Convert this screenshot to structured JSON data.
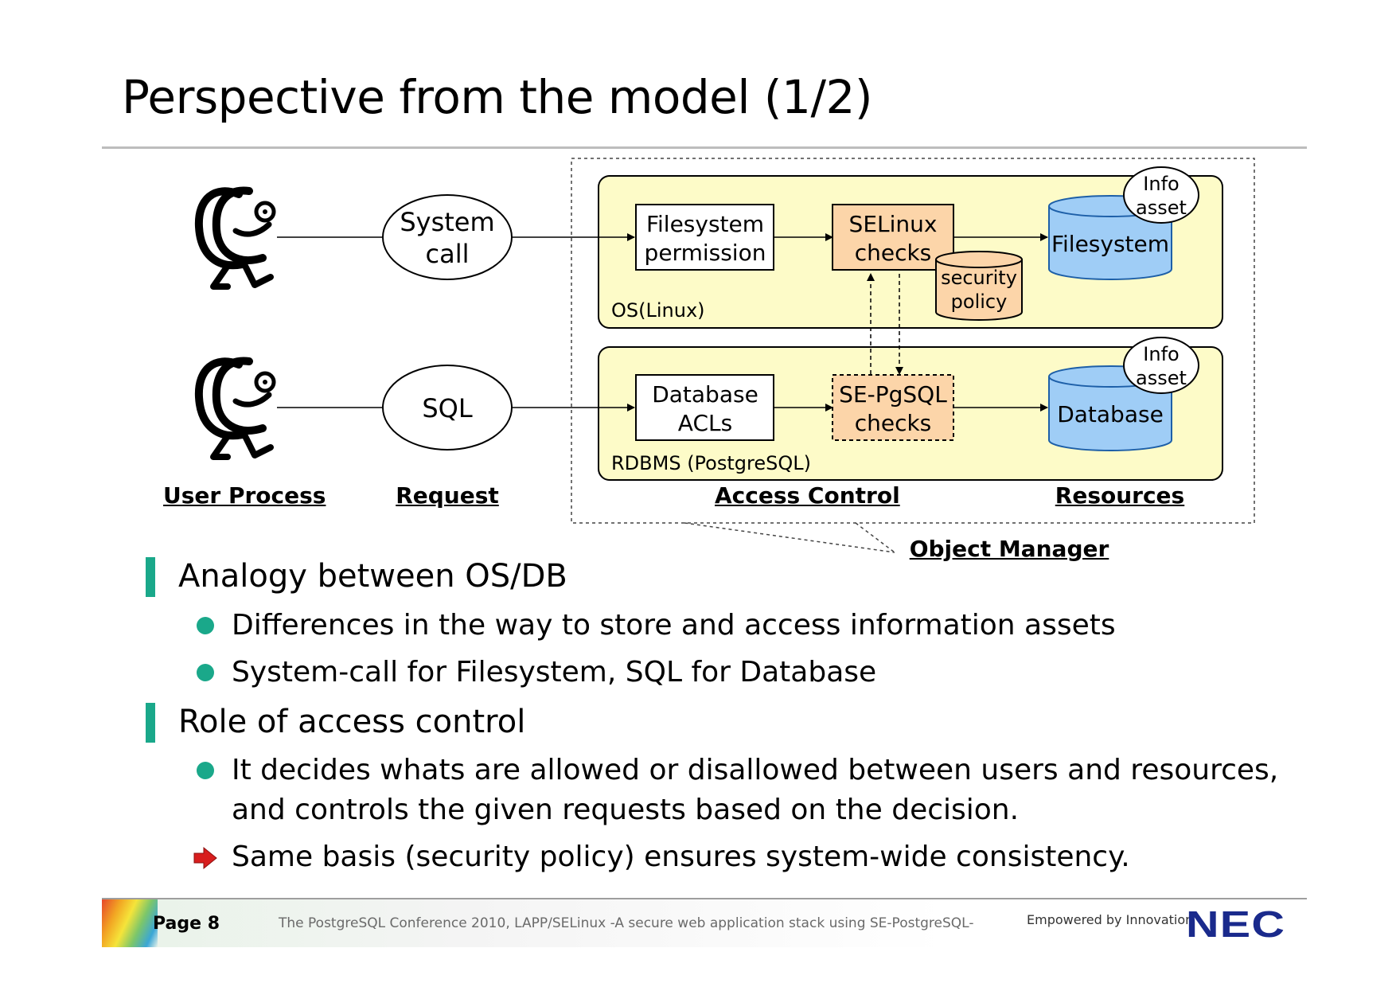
{
  "title": "Perspective from the model (1/2)",
  "diagram": {
    "row1": {
      "request_line1": "System",
      "request_line2": "call",
      "check1_line1": "Filesystem",
      "check1_line2": "permission",
      "check2_line1": "SELinux",
      "check2_line2": "checks",
      "policy_line1": "security",
      "policy_line2": "policy",
      "resource": "Filesystem",
      "asset_line1": "Info",
      "asset_line2": "asset",
      "container_label": "OS(Linux)"
    },
    "row2": {
      "request": "SQL",
      "check1_line1": "Database",
      "check1_line2": "ACLs",
      "check2_line1": "SE-PgSQL",
      "check2_line2": "checks",
      "resource": "Database",
      "asset_line1": "Info",
      "asset_line2": "asset",
      "container_label": "RDBMS (PostgreSQL)"
    },
    "columns": {
      "user_process": "User Process",
      "request": "Request",
      "access_control": "Access Control",
      "resources": "Resources"
    },
    "object_manager": "Object Manager",
    "colors": {
      "container_fill": "#fdfbc8",
      "check_fill": "#fcd5a9",
      "resource_fill": "#9fcdf6",
      "accent": "#1aa88a"
    }
  },
  "sections": [
    {
      "heading": "Analogy between OS/DB",
      "bullets": [
        {
          "icon": "teal-dot-icon",
          "lines": [
            "Differences in the way to store and access information assets"
          ]
        },
        {
          "icon": "teal-dot-icon",
          "lines": [
            "System-call for Filesystem, SQL for Database"
          ]
        }
      ]
    },
    {
      "heading": "Role of access control",
      "bullets": [
        {
          "icon": "teal-dot-icon",
          "lines": [
            "It decides whats are allowed or disallowed between users and resources,",
            "and controls the given requests based on the decision."
          ]
        },
        {
          "icon": "red-arrow-icon",
          "lines": [
            "Same basis (security policy) ensures system-wide consistency."
          ]
        }
      ]
    }
  ],
  "footer": {
    "page": "Page 8",
    "conference": "The PostgreSQL Conference 2010, LAPP/SELinux -A secure web application stack using SE-PostgreSQL-",
    "tagline": "Empowered by Innovation",
    "logo": "NEC"
  }
}
